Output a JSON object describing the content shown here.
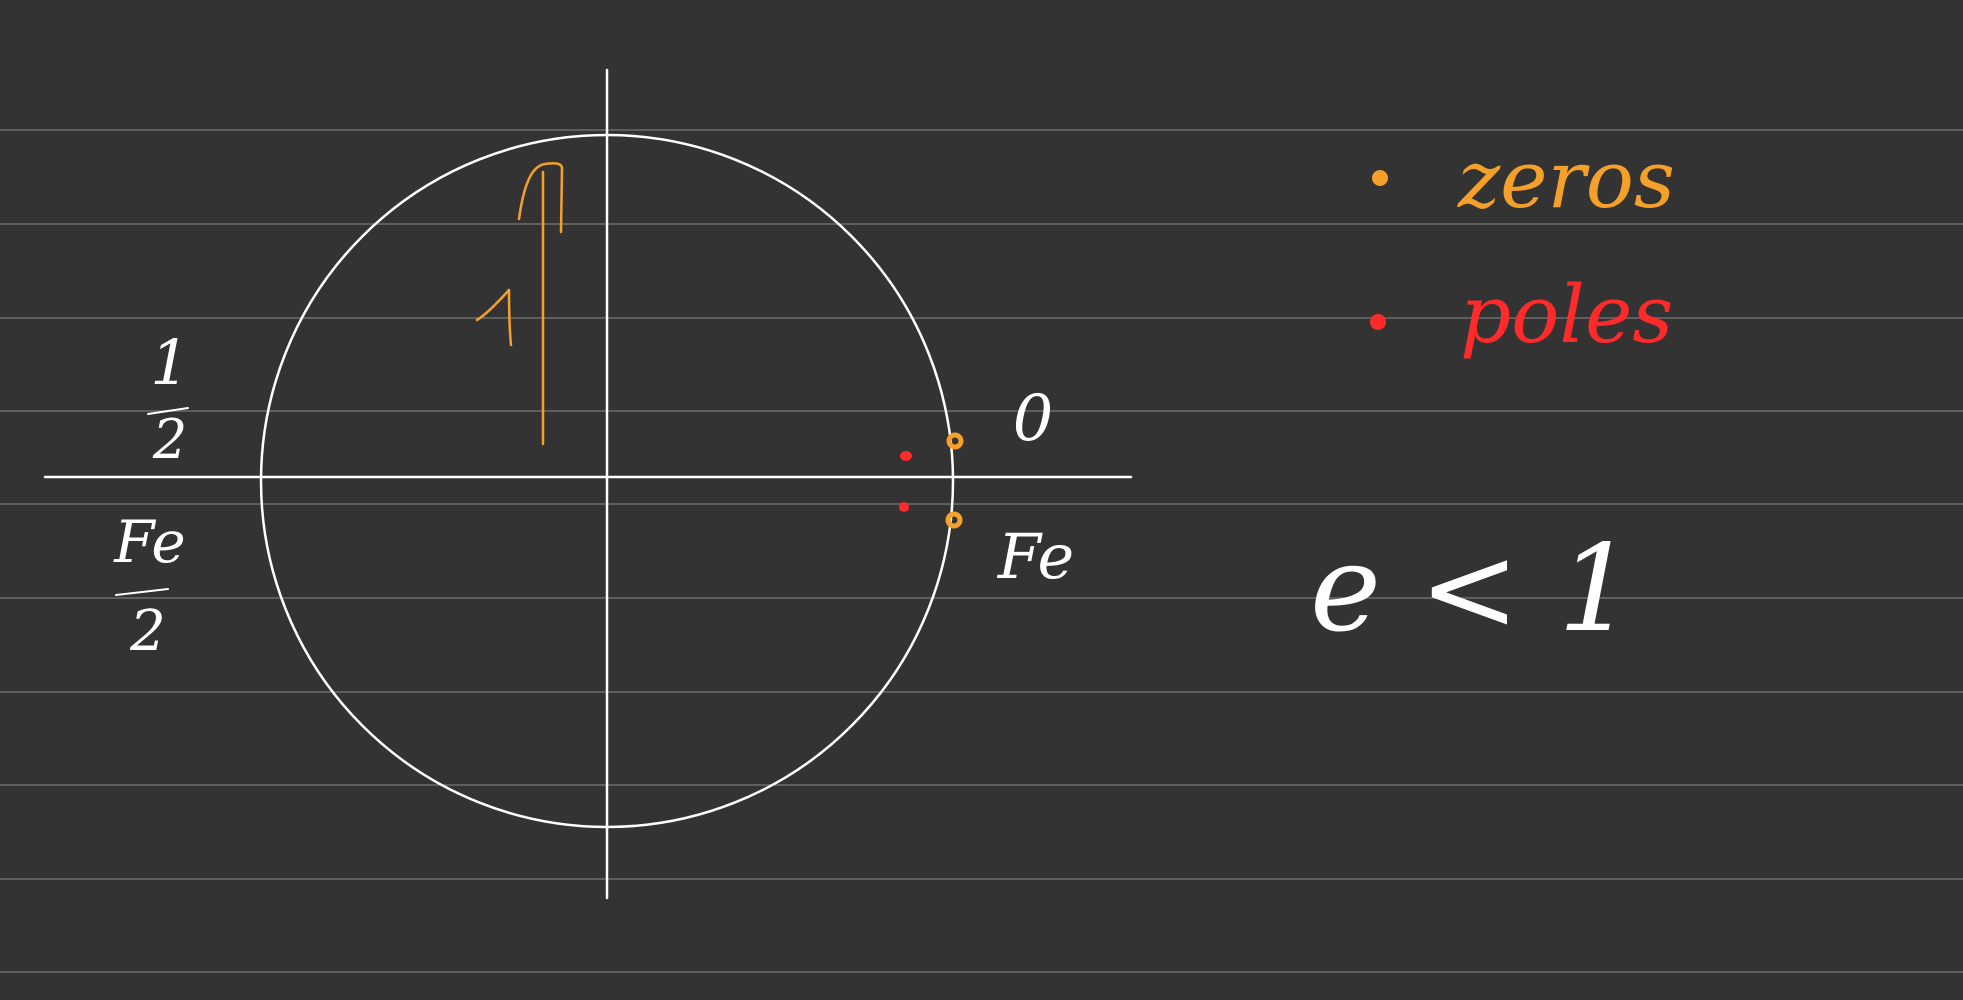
{
  "colors": {
    "background": "#333333",
    "ruled_lines": "#5e5e5e",
    "ink_white": "#ffffff",
    "zeros": "#f5a02a",
    "poles": "#ff2a2a"
  },
  "diagram": {
    "pole_zero_plot": {
      "axes": [
        "real-axis",
        "imaginary-axis"
      ],
      "unit_circle": true,
      "markers": {
        "zeros": 2,
        "poles": 2
      }
    },
    "labels": {
      "top_left_num": "1",
      "top_left_den": "2",
      "bottom_left_num": "Fe",
      "bottom_left_den": "2",
      "right_top": "0",
      "right_bottom": "Fe",
      "height_marker": "1"
    },
    "legend": [
      {
        "label": "zeros",
        "color": "#f5a02a"
      },
      {
        "label": "poles",
        "color": "#ff2a2a"
      }
    ],
    "condition": "e < 1"
  }
}
